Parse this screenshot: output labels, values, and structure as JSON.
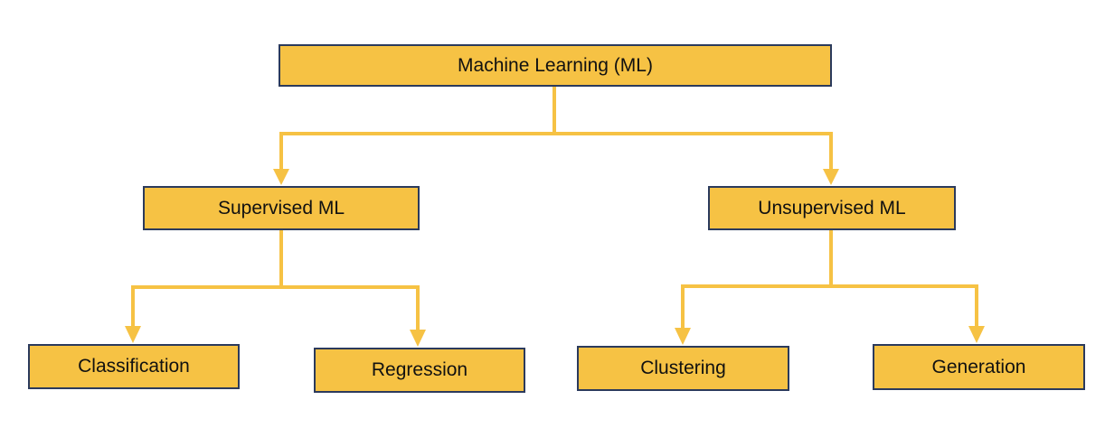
{
  "diagram": {
    "accent_color": "#f6c244",
    "border_color": "#2b3a5c",
    "connector_color": "#f6c244",
    "nodes": {
      "root": "Machine Learning (ML)",
      "supervised": "Supervised ML",
      "unsupervised": "Unsupervised ML",
      "classification": "Classification",
      "regression": "Regression",
      "clustering": "Clustering",
      "generation": "Generation"
    },
    "edges": [
      {
        "from": "root",
        "to": "supervised"
      },
      {
        "from": "root",
        "to": "unsupervised"
      },
      {
        "from": "supervised",
        "to": "classification"
      },
      {
        "from": "supervised",
        "to": "regression"
      },
      {
        "from": "unsupervised",
        "to": "clustering"
      },
      {
        "from": "unsupervised",
        "to": "generation"
      }
    ]
  }
}
